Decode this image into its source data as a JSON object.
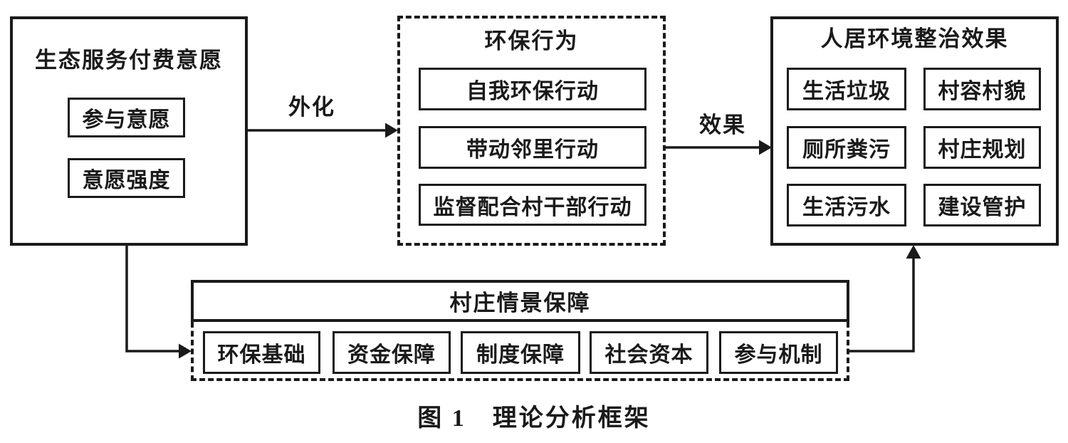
{
  "diagram": {
    "left_box": {
      "title": "生态服务付费意愿",
      "items": [
        "参与意愿",
        "意愿强度"
      ]
    },
    "middle_box": {
      "title": "环保行为",
      "items": [
        "自我环保行动",
        "带动邻里行动",
        "监督配合村干部行动"
      ]
    },
    "right_box": {
      "title": "人居环境整治效果",
      "items": [
        "生活垃圾",
        "村容村貌",
        "厕所粪污",
        "村庄规划",
        "生活污水",
        "建设管护"
      ]
    },
    "bottom_box": {
      "title": "村庄情景保障",
      "items": [
        "环保基础",
        "资金保障",
        "制度保障",
        "社会资本",
        "参与机制"
      ]
    },
    "arrows": {
      "externalize_label": "外化",
      "effect_label": "效果"
    },
    "caption": "图 1　理论分析框架",
    "colors": {
      "line": "#1a1a1a",
      "background": "#ffffff"
    }
  }
}
